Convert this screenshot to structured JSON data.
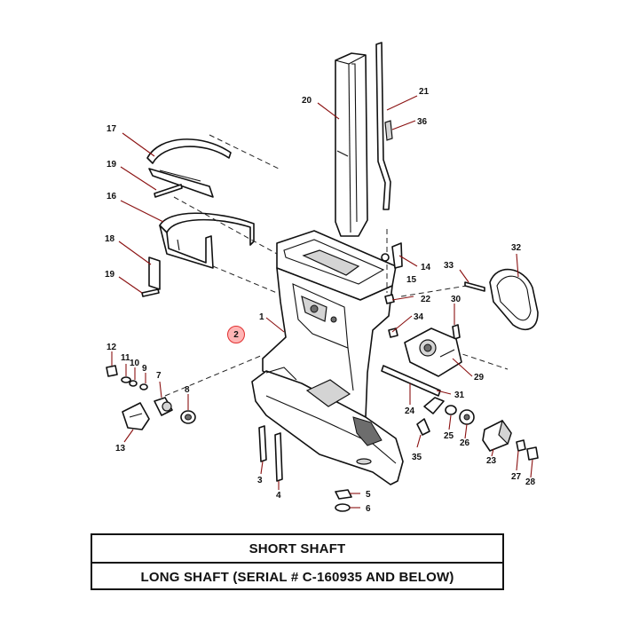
{
  "captions": {
    "short_shaft": "SHORT SHAFT",
    "long_shaft": "LONG SHAFT (SERIAL # C-160935 AND BELOW)"
  },
  "highlight": {
    "callout": "2",
    "color": "#ff5a5a"
  },
  "callouts": {
    "c1": "1",
    "c3": "3",
    "c4": "4",
    "c5": "5",
    "c6": "6",
    "c7": "7",
    "c8": "8",
    "c9": "9",
    "c10": "10",
    "c11": "11",
    "c12": "12",
    "c13": "13",
    "c14": "14",
    "c15": "15",
    "c16": "16",
    "c17": "17",
    "c18": "18",
    "c19a": "19",
    "c19b": "19",
    "c20": "20",
    "c21": "21",
    "c22": "22",
    "c23": "23",
    "c24": "24",
    "c25": "25",
    "c26": "26",
    "c27": "27",
    "c28": "28",
    "c29": "29",
    "c30": "30",
    "c31": "31",
    "c32": "32",
    "c33": "33",
    "c34": "34",
    "c35": "35",
    "c36": "36"
  }
}
